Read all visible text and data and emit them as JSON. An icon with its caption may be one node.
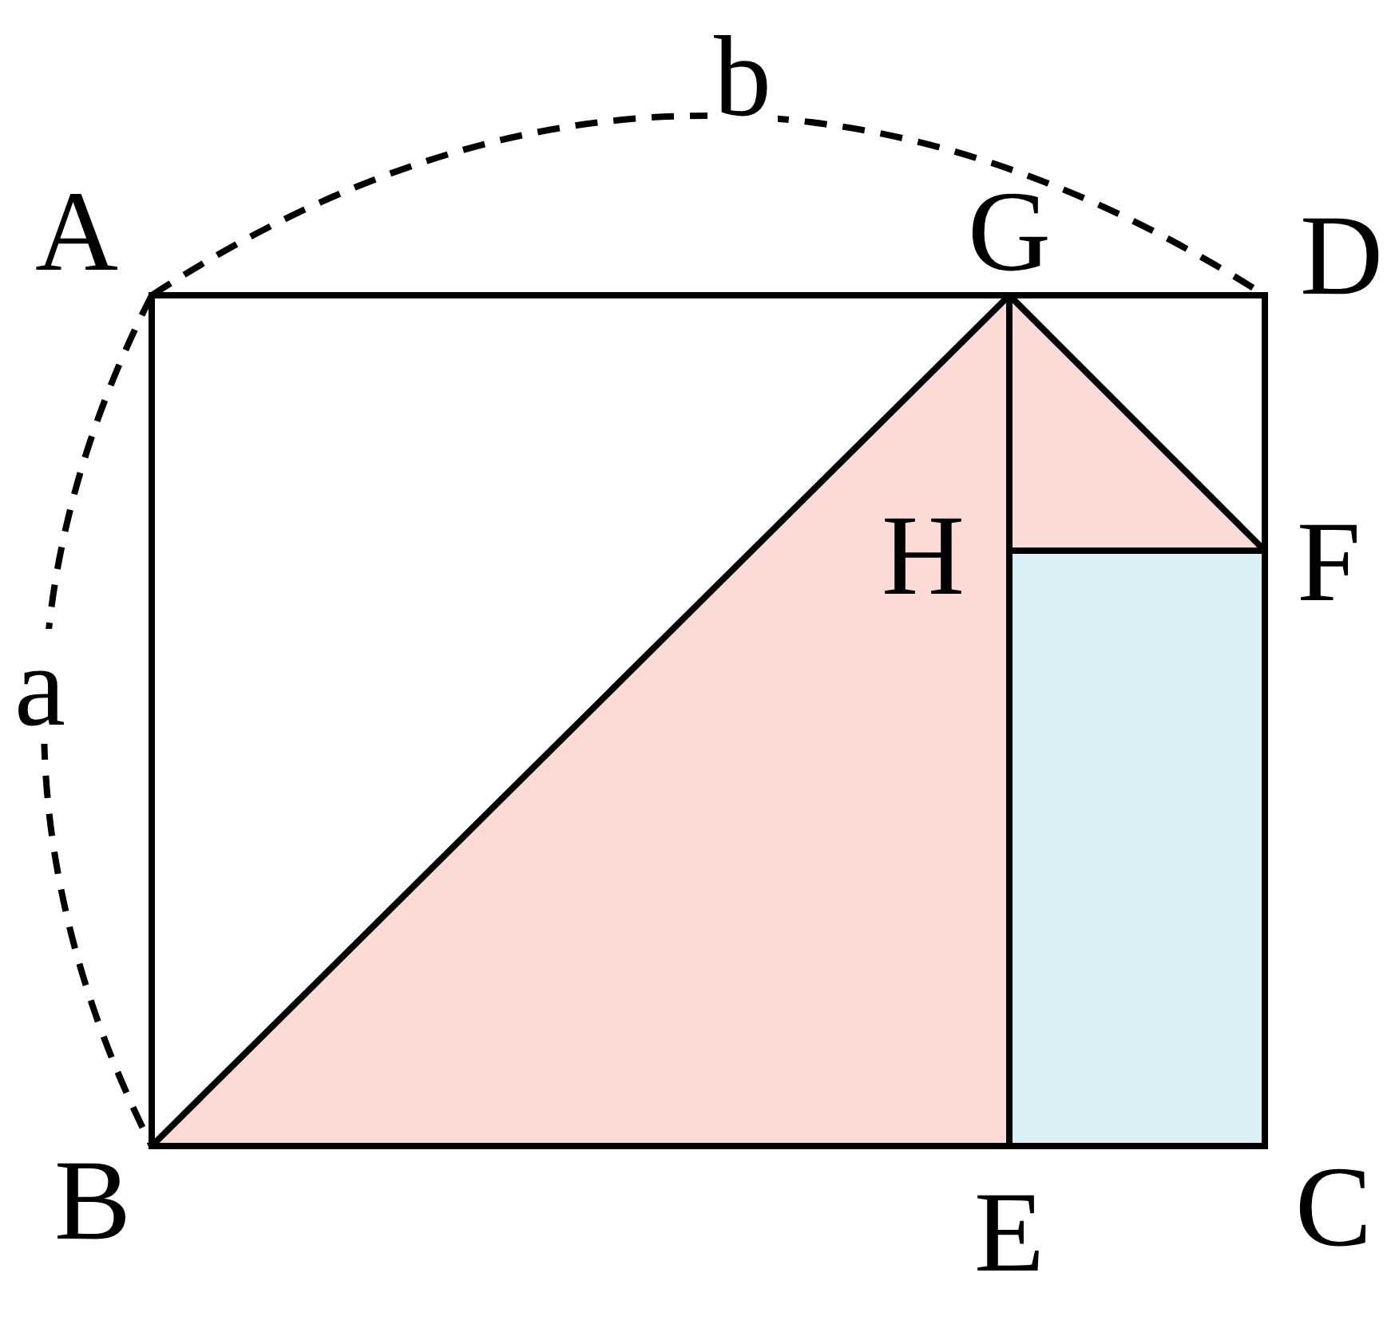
{
  "diagram": {
    "labels": [
      "b",
      "A",
      "G",
      "D",
      "H",
      "F",
      "a",
      "B",
      "E",
      "C"
    ]
  }
}
